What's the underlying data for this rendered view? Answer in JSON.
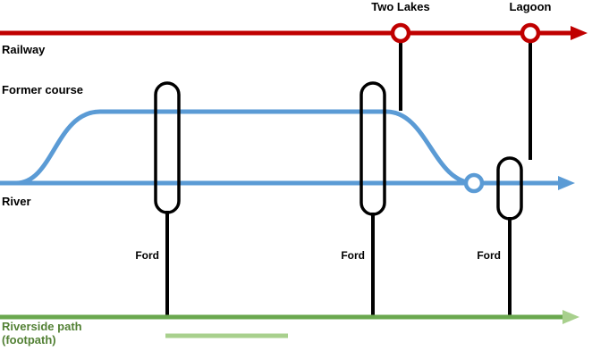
{
  "colors": {
    "red": "#c00000",
    "blue": "#5b9bd5",
    "green": "#6aa84f",
    "green_light": "#a8d08d",
    "green_text": "#538135",
    "black": "#000000"
  },
  "road": {
    "label": "Railway",
    "stations": [
      {
        "label": "Two Lakes"
      },
      {
        "label": "Lagoon"
      }
    ]
  },
  "river": {
    "label": "River",
    "former_course_label": "Former course"
  },
  "crossings": [
    {
      "label": "Ford"
    },
    {
      "label": "Ford"
    },
    {
      "label": "Ford"
    }
  ],
  "footpath": {
    "label_line1": "Riverside path",
    "label_line2": "(footpath)"
  }
}
